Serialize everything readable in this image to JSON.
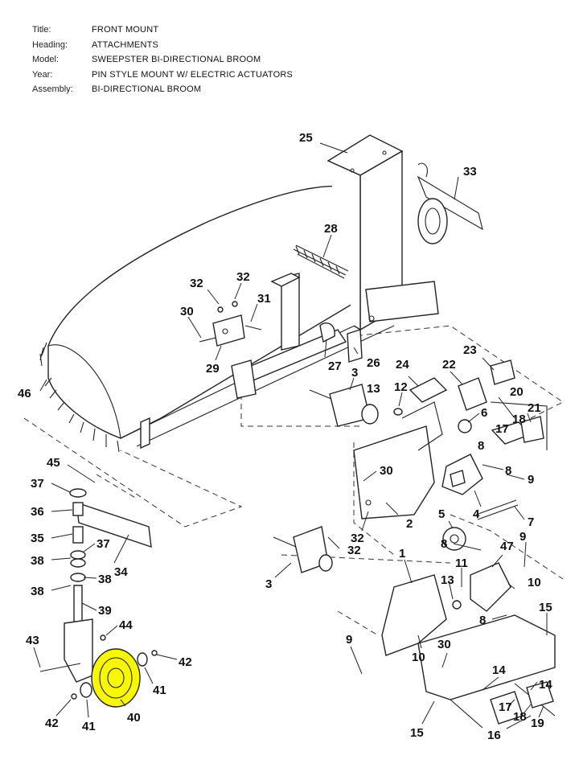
{
  "header": {
    "rows": [
      {
        "label": "Title:",
        "value": "FRONT MOUNT"
      },
      {
        "label": "Heading:",
        "value": "ATTACHMENTS"
      },
      {
        "label": "Model:",
        "value": "SWEEPSTER BI-DIRECTIONAL BROOM"
      },
      {
        "label": "Year:",
        "value": "PIN STYLE MOUNT W/ ELECTRIC ACTUATORS"
      },
      {
        "label": "Assembly:",
        "value": "BI-DIRECTIONAL BROOM"
      }
    ]
  },
  "callouts": {
    "c25": "25",
    "c33": "33",
    "c28": "28",
    "c32a": "32",
    "c32b": "32",
    "c30a": "30",
    "c31": "31",
    "c29": "29",
    "c27": "27",
    "c26": "26",
    "c46": "46",
    "c3a": "3",
    "c13a": "13",
    "c12": "12",
    "c24": "24",
    "c22": "22",
    "c23": "23",
    "c20": "20",
    "c21": "21",
    "c6": "6",
    "c17a": "17",
    "c18a": "18",
    "c8a": "8",
    "c30b": "30",
    "c8b": "8",
    "c9a": "9",
    "c2": "2",
    "c4": "4",
    "c7": "7",
    "c5": "5",
    "c32c": "32",
    "c45": "45",
    "c37a": "37",
    "c36": "36",
    "c35": "35",
    "c37b": "37",
    "c34": "34",
    "c38a": "38",
    "c38b": "38",
    "c38c": "38",
    "c39": "39",
    "c3b": "3",
    "c1": "1",
    "c8c": "8",
    "c9b": "9",
    "c47": "47",
    "c11": "11",
    "c13b": "13",
    "c10a": "10",
    "c8d": "8",
    "c15a": "15",
    "c44": "44",
    "c43": "43",
    "c42a": "42",
    "c40": "40",
    "c41a": "41",
    "c41b": "41",
    "c42b": "42",
    "c9c": "9",
    "c10b": "10",
    "c30c": "30",
    "c14a": "14",
    "c14b": "14",
    "c17b": "17",
    "c18b": "18",
    "c19": "19",
    "c16": "16",
    "c15b": "15"
  },
  "colors": {
    "highlight": "#f7f700",
    "ink": "#111111",
    "paper": "#ffffff"
  }
}
